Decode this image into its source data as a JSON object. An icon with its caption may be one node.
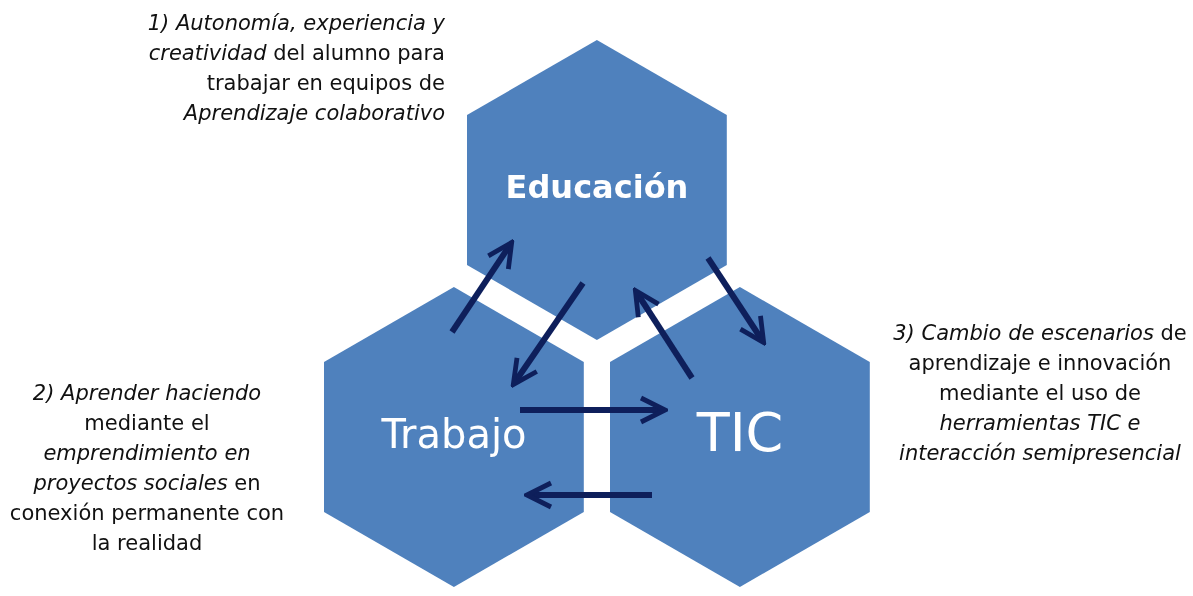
{
  "diagram": {
    "nodes": [
      {
        "text": [
          "Educación"
        ]
      },
      {
        "text": [
          "Trabajo"
        ]
      },
      {
        "text": [
          "TIC"
        ]
      }
    ],
    "edges": [
      {
        "from": 1,
        "to": 0,
        "arrow": "to"
      },
      {
        "from": 0,
        "to": 1,
        "arrow": "to"
      },
      {
        "from": 0,
        "to": 2,
        "arrow": "to"
      },
      {
        "from": 2,
        "to": 0,
        "arrow": "to"
      },
      {
        "from": 1,
        "to": 2,
        "arrow": "to"
      },
      {
        "from": 2,
        "to": 1,
        "arrow": "to"
      }
    ],
    "labels": [
      "*1) Autonomía, experiencia y creatividad* del alumno para trabajar en equipos de *Aprendizaje colaborativo*",
      "*2) Aprender haciendo* mediante el *emprendimiento en proyectos sociales* en conexión permanente con la realidad",
      "*3) Cambio de escenarios* de aprendizaje e innovación mediante el uso de *herramientas TIC e interacción semipresencial*"
    ]
  }
}
